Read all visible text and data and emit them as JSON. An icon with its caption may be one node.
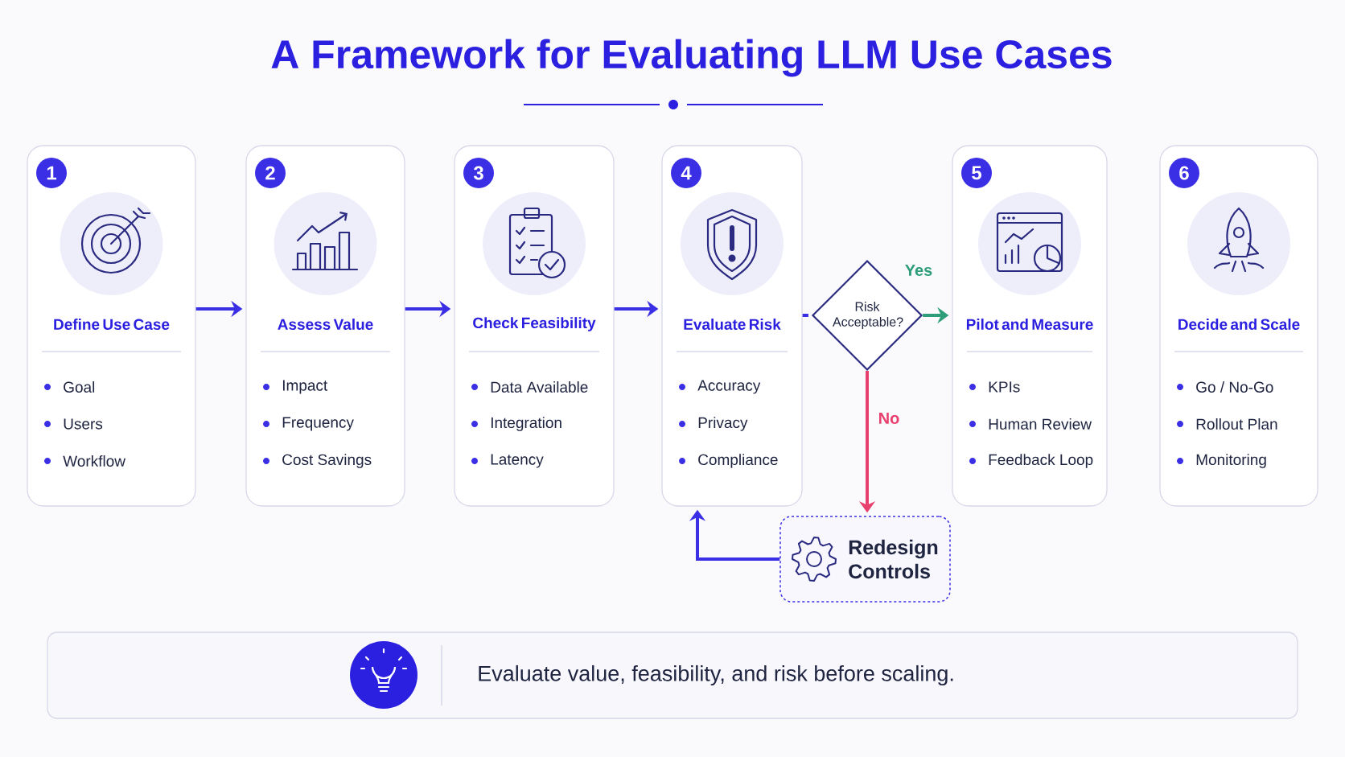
{
  "diagram": {
    "title": "A Framework for Evaluating LLM Use Cases",
    "nodes": [
      {
        "text": [
          "1",
          "Define Use Case",
          "Goal",
          "Users",
          "Workflow"
        ]
      },
      {
        "text": [
          "2",
          "Assess Value",
          "Impact",
          "Frequency",
          "Cost Savings"
        ]
      },
      {
        "text": [
          "3",
          "Check Feasibility",
          "Data Available",
          "Integration",
          "Latency"
        ]
      },
      {
        "text": [
          "4",
          "Evaluate Risk",
          "Accuracy",
          "Privacy",
          "Compliance"
        ]
      },
      {
        "text": [
          "Risk Acceptable?"
        ]
      },
      {
        "text": [
          "5",
          "Pilot and Measure",
          "KPIs",
          "Human Review",
          "Feedback Loop"
        ]
      },
      {
        "text": [
          "6",
          "Decide and Scale",
          "Go / No-Go",
          "Rollout Plan",
          "Monitoring"
        ]
      },
      {
        "text": [
          "Redesign Controls"
        ]
      },
      {
        "text": [
          "Evaluate value, feasibility, and risk before scaling."
        ]
      }
    ],
    "edges": [
      {
        "from": 0,
        "to": 1,
        "arrow": "to"
      },
      {
        "from": 1,
        "to": 2,
        "arrow": "to"
      },
      {
        "from": 2,
        "to": 3,
        "arrow": "to"
      },
      {
        "from": 3,
        "to": 4,
        "arrow": "none"
      },
      {
        "from": 4,
        "to": 5,
        "arrow": "to",
        "label": "Yes",
        "color": "#2e9e78"
      },
      {
        "from": 4,
        "to": 7,
        "arrow": "to",
        "label": "No",
        "color": "#e8406e"
      },
      {
        "from": 7,
        "to": 3,
        "arrow": "to"
      }
    ]
  }
}
